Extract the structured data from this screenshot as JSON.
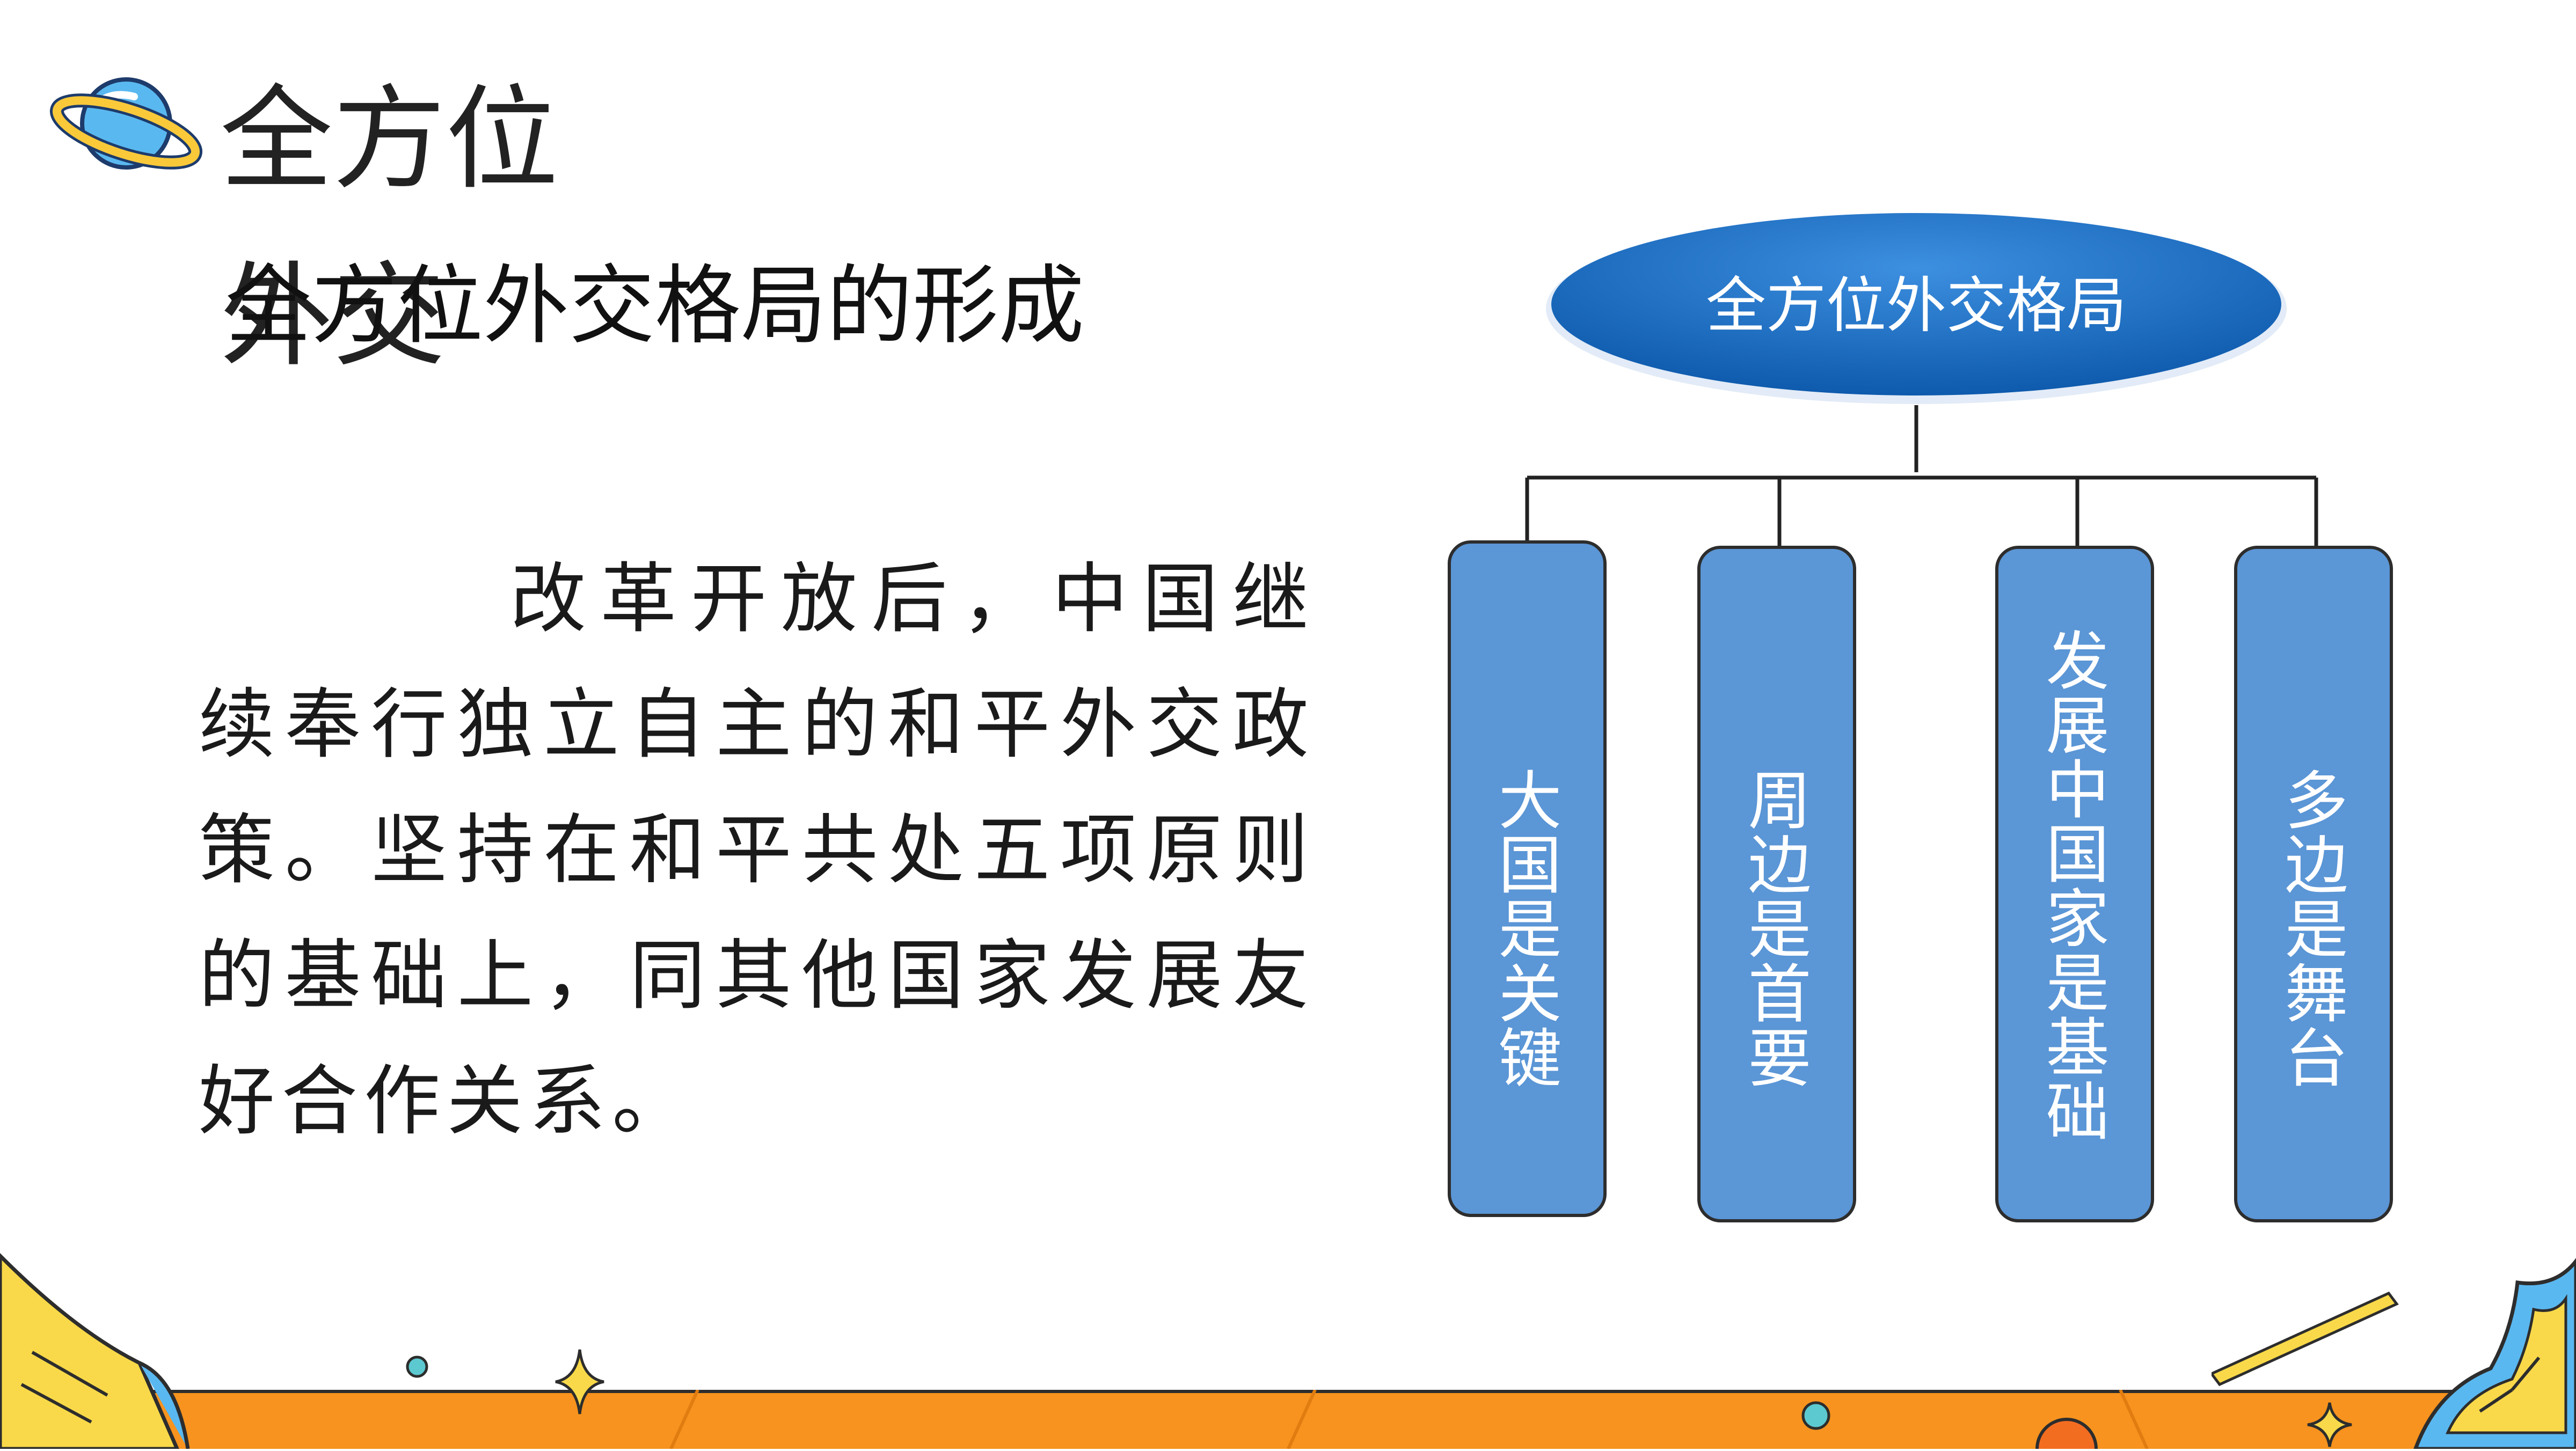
{
  "header": {
    "title": "全方位外交",
    "subtitle": "全方位外交格局的形成"
  },
  "body": {
    "paragraph": "改革开放后，中国继续奉行独立自主的和平外交政策。坚持在和平共处五项原则的基础上，同其他国家发展友好合作关系。"
  },
  "diagram": {
    "root": {
      "label": "全方位外交格局"
    },
    "children": [
      {
        "label": "大国是关键"
      },
      {
        "label": "周边是首要"
      },
      {
        "label": "发展中国家是基础"
      },
      {
        "label": "多边是舞台"
      }
    ]
  },
  "colors": {
    "root_fill": "#1565c0",
    "leaf_fill": "#5b96d6",
    "leaf_stroke": "#2d2d2d",
    "band_orange": "#f7931e",
    "accent_yellow": "#f9d949",
    "accent_teal": "#5cc9d0"
  },
  "icons": [
    "planet-icon",
    "star-icon",
    "book-icon",
    "clock-icon",
    "pencil-icon"
  ]
}
